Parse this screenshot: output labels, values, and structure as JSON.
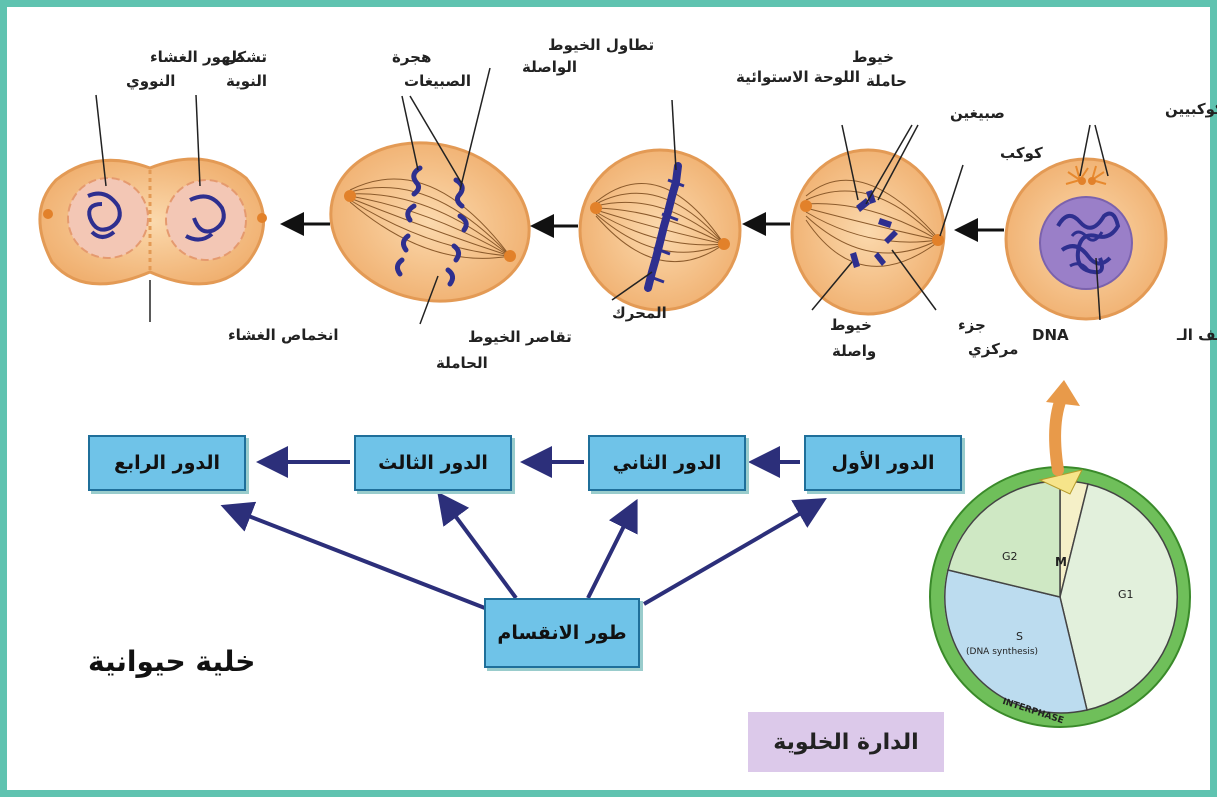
{
  "labels": {
    "centriole_pair": "جسيمين كوكبيين",
    "dna_rep_a": "تضاعف الـ",
    "dna_rep_b": "DNA",
    "aster": "كوكب",
    "chromatids": "صبيغين",
    "carrier_fibers_1": "خيوط",
    "carrier_fibers_2": "حاملة",
    "centromere_1": "جزء",
    "centromere_2": "مركزي",
    "connecting_fibers_1": "خيوط",
    "connecting_fibers_2": "واصلة",
    "equatorial_plate": "اللوحة الاستوائية",
    "axis": "المحرك",
    "fiber_elongation_1": "تطاول الخيوط",
    "fiber_elongation_2": "الواصلة",
    "chromatid_migration_1": "هجرة",
    "chromatid_migration_2": "الصبيغات",
    "fiber_contraction_1": "تقاصر الخيوط",
    "fiber_contraction_2": "الحاملة",
    "nucleolus_1": "تشكل",
    "nucleolus_2": "النوية",
    "nuclear_membrane_1": "ظهور الغشاء",
    "nuclear_membrane_2": "النووي",
    "membrane_constriction": "انخماص الغشاء"
  },
  "phases": {
    "first": "الدور الأول",
    "second": "الدور الثاني",
    "third": "الدور الثالث",
    "fourth": "الدور الرابع",
    "division": "طور الانقسام"
  },
  "title": "خلية حيوانية",
  "cycle": {
    "caption": "الدارة الخلوية",
    "m": "M",
    "g1": "G1",
    "g2": "G2",
    "s": "S",
    "s_sub": "(DNA synthesis)",
    "interphase": "INTERPHASE"
  },
  "colors": {
    "frame": "#5fc3b0",
    "cell": "#f6c48a",
    "chromosome": "#2e2f8f",
    "box": "#6fc3e8",
    "arrow": "#2c2f7a"
  }
}
